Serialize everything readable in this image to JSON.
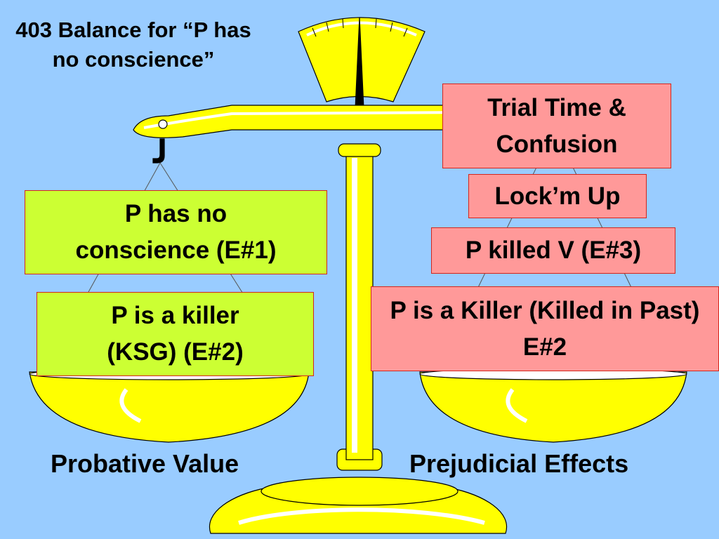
{
  "title": "403 Balance for “P has no conscience”",
  "left_pan": {
    "caption": "Probative Value",
    "items": [
      "P has no conscience (E#1)",
      "P is a killer (KSG) (E#2)"
    ]
  },
  "right_pan": {
    "caption": "Prejudicial Effects",
    "items": [
      "Trial Time & Confusion",
      "Lock’m Up",
      "P killed V (E#3)",
      "P is a Killer (Killed in Past) E#2"
    ]
  },
  "colors": {
    "background": "#99ccff",
    "scale": "#ffff00",
    "probative_box": "#ccff33",
    "prejudicial_box": "#ff9999",
    "box_border": "#d4261c"
  }
}
